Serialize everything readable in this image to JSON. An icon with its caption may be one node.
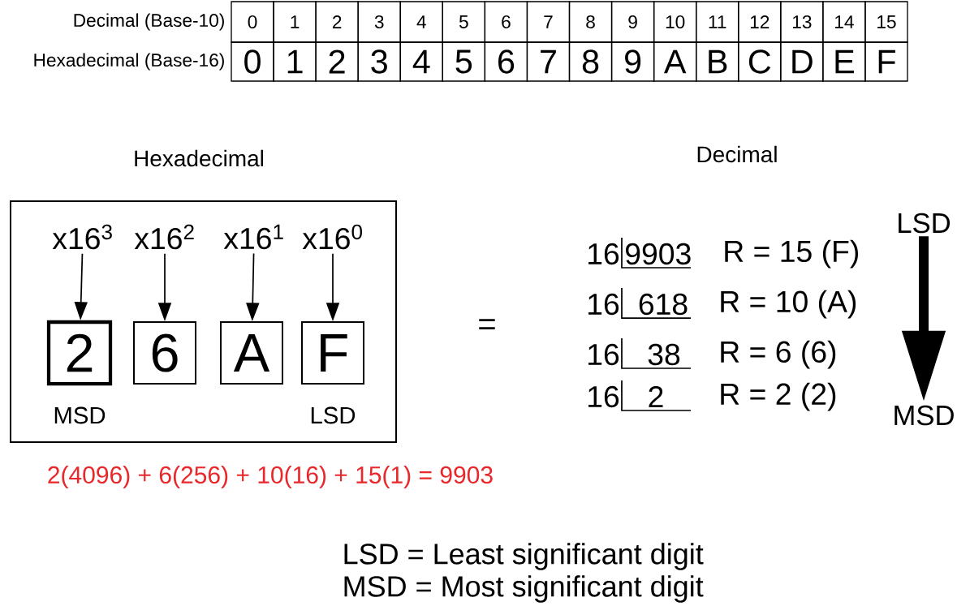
{
  "diagram": {
    "nodes": [
      {
        "text": [
          "Hexadecimal"
        ]
      },
      {
        "text": [
          "x16$^{3}$"
        ],
        "in": 0
      },
      {
        "text": [
          "x16$^{2}$"
        ],
        "in": 0
      },
      {
        "text": [
          "x16$^{1}$"
        ],
        "in": 0
      },
      {
        "text": [
          "x16$^{0}$"
        ],
        "in": 0
      },
      {
        "text": [
          "2"
        ],
        "in": 0,
        "beside": [
          "MSD"
        ]
      },
      {
        "text": [
          "6"
        ],
        "in": 0
      },
      {
        "text": [
          "A"
        ],
        "in": 0
      },
      {
        "text": [
          "F"
        ],
        "in": 0,
        "beside": [
          "LSD"
        ]
      },
      {
        "text": [
          "LSD"
        ]
      },
      {
        "text": [
          "MSD"
        ]
      }
    ],
    "edges": [
      {
        "from": 1,
        "to": 5,
        "arrow": "to"
      },
      {
        "from": 2,
        "to": 6,
        "arrow": "to"
      },
      {
        "from": 3,
        "to": 7,
        "arrow": "to"
      },
      {
        "from": 4,
        "to": 8,
        "arrow": "to"
      },
      {
        "from": 9,
        "to": 10,
        "arrow": "to",
        "style": "thick"
      }
    ],
    "labels": [
      "Decimal (Base-10)",
      "0",
      "1",
      "2",
      "3",
      "4",
      "5",
      "6",
      "7",
      "8",
      "9",
      "10",
      "11",
      "12",
      "13",
      "14",
      "15",
      "Hexadecimal (Base-16)",
      "0",
      "1",
      "2",
      "3",
      "4",
      "5",
      "6",
      "7",
      "8",
      "9",
      "A",
      "B",
      "C",
      "D",
      "E",
      "F",
      "Decimal",
      "=",
      "16",
      "9903",
      "R = 15 (F)",
      "16",
      "618",
      "R = 10 (A)",
      "16",
      "38",
      "R = 6 (6)",
      "16",
      "2",
      "R = 2 (2)",
      "2(4096) + 6(256) + 10(16) + 15(1) = 9903",
      "LSD = Least significant digit",
      "MSD = Most significant digit"
    ]
  }
}
